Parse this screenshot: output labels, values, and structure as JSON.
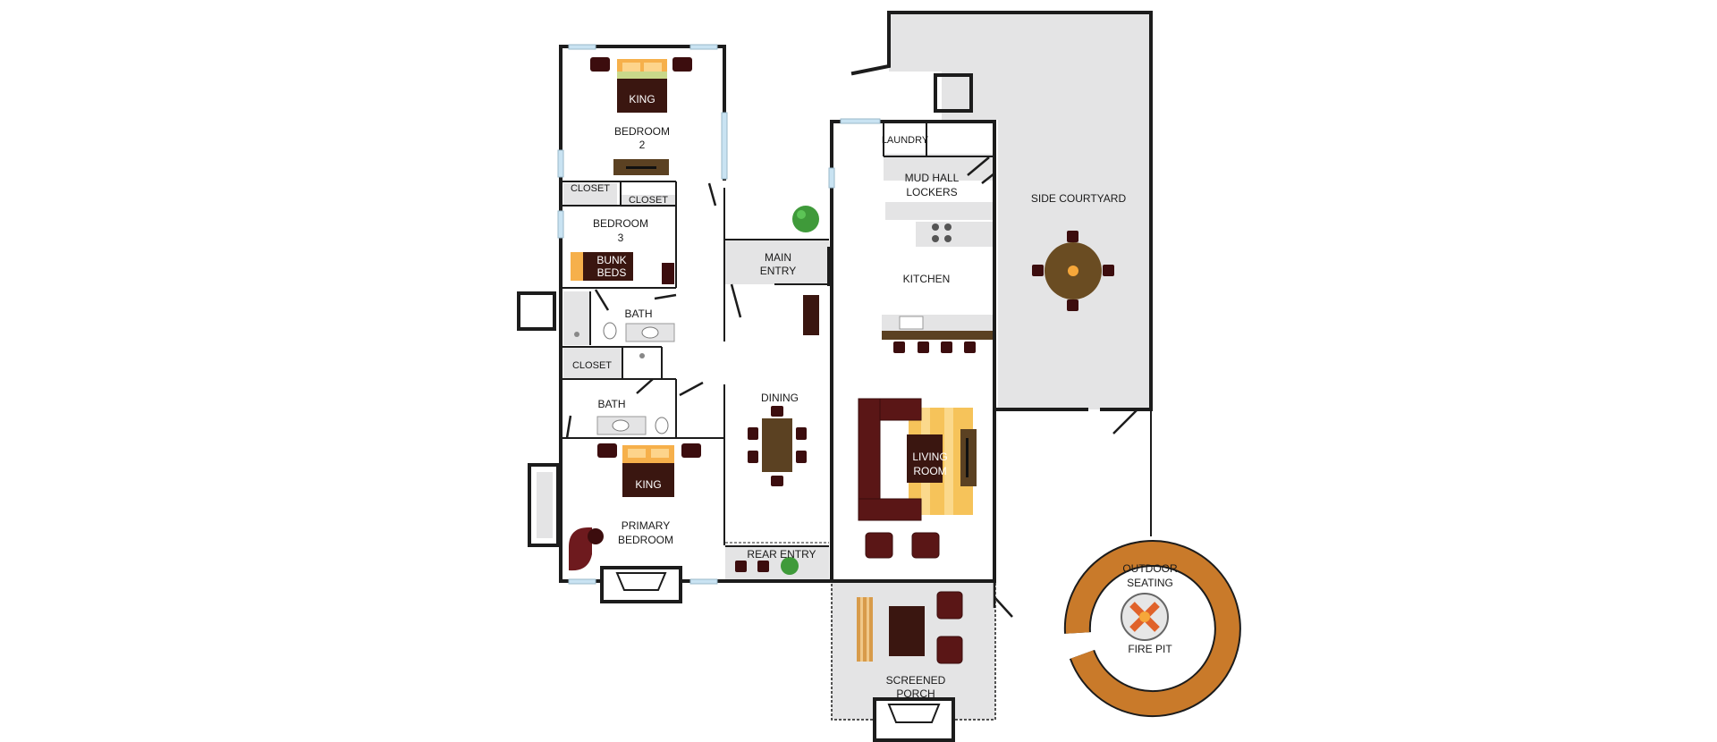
{
  "floorplan": {
    "rooms": {
      "bedroom2": {
        "line1": "BEDROOM",
        "line2": "2"
      },
      "bedroom3": {
        "line1": "BEDROOM",
        "line2": "3"
      },
      "bath_upper": "BATH",
      "bath_lower": "BATH",
      "closet_a": "CLOSET",
      "closet_b": "CLOSET",
      "closet_c": "CLOSET",
      "main_entry": {
        "line1": "MAIN",
        "line2": "ENTRY"
      },
      "dining": "DINING",
      "rear_entry": "REAR ENTRY",
      "primary_bedroom": {
        "line1": "PRIMARY",
        "line2": "BEDROOM"
      },
      "laundry": "LAUNDRY",
      "mud_hall": {
        "line1": "MUD HALL",
        "line2": "LOCKERS"
      },
      "kitchen": "KITCHEN",
      "living_room": {
        "line1": "LIVING",
        "line2": "ROOM"
      },
      "side_courtyard": "SIDE COURTYARD",
      "screened_porch": {
        "line1": "SCREENED",
        "line2": "PORCH"
      },
      "outdoor_seating": {
        "line1": "OUTDOOR",
        "line2": "SEATING"
      },
      "fire_pit": "FIRE PIT"
    },
    "furniture": {
      "king_bed_upper": "KING",
      "king_bed_lower": "KING",
      "bunk_beds": {
        "line1": "BUNK",
        "line2": "BEDS"
      }
    },
    "colors": {
      "wall": "#1c1c1c",
      "outdoor_gray": "#e4e4e5",
      "dark_wood": "#3a1610",
      "sofa": "#5a1616",
      "bed_orange": "#f6b04b",
      "rug": "#f6c35a",
      "fire_ring": "#c97a2a",
      "window": "#c9e3f2"
    }
  }
}
